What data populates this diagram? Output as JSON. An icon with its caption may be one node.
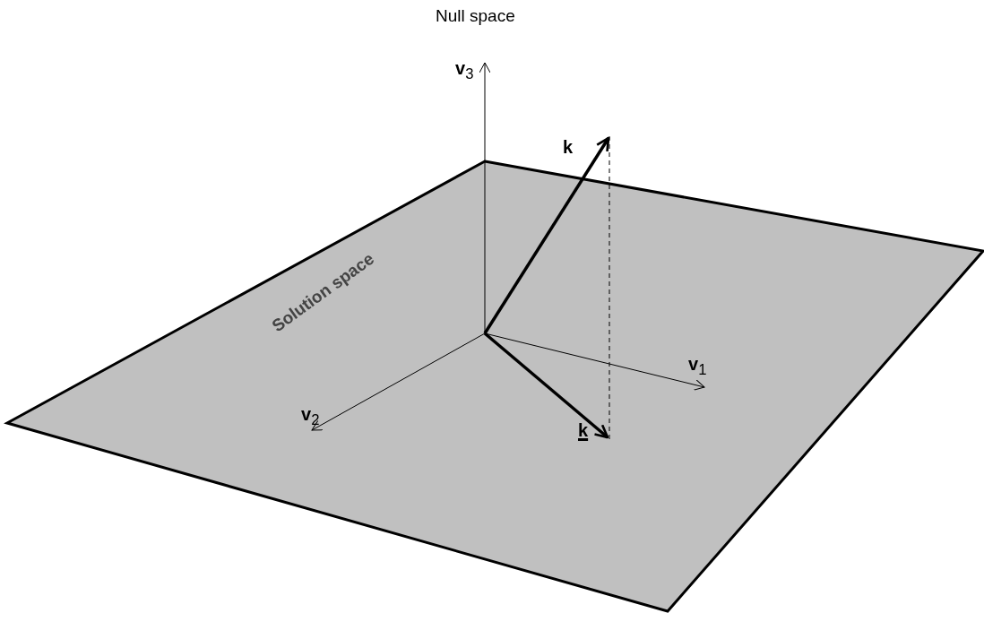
{
  "diagram": {
    "title": "Null space",
    "labels": [
      "**v**$_{3}$",
      "k",
      "Solution space",
      "**v**$_{1}$",
      "**v**$_{2}$",
      "k"
    ]
  }
}
